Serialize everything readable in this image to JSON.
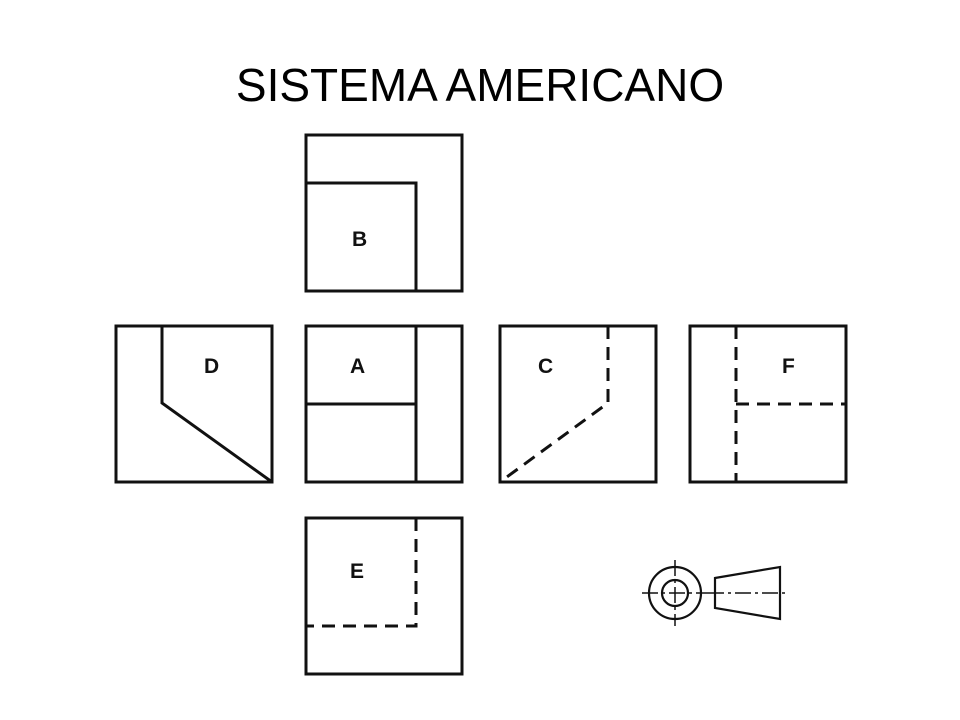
{
  "slide": {
    "title": "SISTEMA AMERICANO"
  },
  "views": {
    "a_label": "A",
    "b_label": "B",
    "c_label": "C",
    "d_label": "D",
    "e_label": "E",
    "f_label": "F"
  },
  "colors": {
    "ink": "#111111",
    "background": "#ffffff"
  },
  "icons": {
    "projection_symbol": "third-angle-projection-symbol-icon"
  }
}
